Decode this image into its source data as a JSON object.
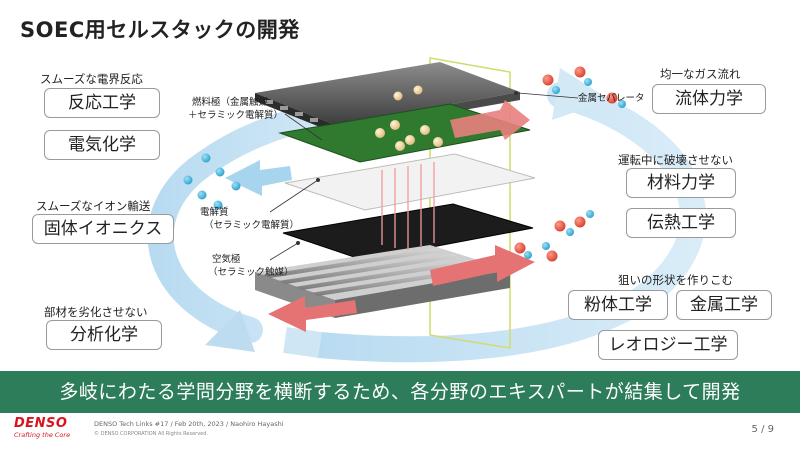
{
  "title": "SOEC用セルスタックの開発",
  "left": {
    "reaction_caption": "スムーズな電界反応",
    "reaction_boxes": [
      "反応工学",
      "電気化学"
    ],
    "ion_caption": "スムーズなイオン輸送",
    "ion_box": "固体イオニクス",
    "degradation_caption": "部材を劣化させない",
    "degradation_box": "分析化学"
  },
  "right": {
    "flow_caption": "均一なガス流れ",
    "flow_box": "流体力学",
    "break_caption": "運転中に破壊させない",
    "break_boxes": [
      "材料力学",
      "伝熱工学"
    ],
    "shape_caption": "狙いの形状を作りこむ",
    "shape_boxes": [
      "粉体工学",
      "金属工学",
      "レオロジー工学"
    ]
  },
  "diagram_labels": {
    "fuel_electrode_1": "燃料極（金属触媒",
    "fuel_electrode_2": "＋セラミック電解質）",
    "separator": "金属セパレータ",
    "electrolyte_1": "電解質",
    "electrolyte_2": "（セラミック電解質）",
    "air_electrode_1": "空気極",
    "air_electrode_2": "（セラミック触媒）"
  },
  "banner": "多岐にわたる学問分野を横断するため、各分野のエキスパートが結集して開発",
  "footer": {
    "logo": "DENSO",
    "tagline": "Crafting the Core",
    "event": "DENSO Tech Links #17 / Feb 20th, 2023 / Naohiro Hayashi",
    "copyright": "© DENSO CORPORATION All Rights Reserved.",
    "page": "5 / 9"
  },
  "colors": {
    "banner": "#2d7d5a",
    "ring": "#cfe6f4",
    "logo": "#d8141f",
    "electrode": "#2e7d32",
    "arrow_red": "#e57373"
  }
}
